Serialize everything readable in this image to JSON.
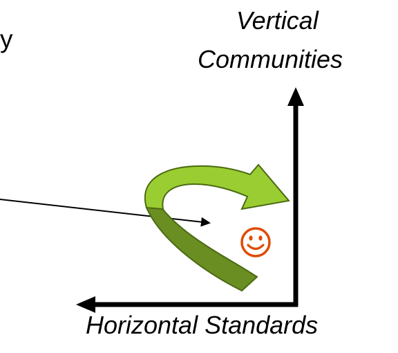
{
  "labels": {
    "top_left_fragment": "y",
    "vertical_line1": "Vertical",
    "vertical_line2": "Communities",
    "horizontal": "Horizontal Standards"
  },
  "colors": {
    "axis": "#000000",
    "swoosh_front": "#9ACD32",
    "swoosh_back": "#6B8E23",
    "swoosh_outline": "#4A6A10",
    "smiley": "#E04A00"
  },
  "icons": {
    "smiley": "smiley-face-icon",
    "swoosh": "curved-arrow-icon"
  }
}
